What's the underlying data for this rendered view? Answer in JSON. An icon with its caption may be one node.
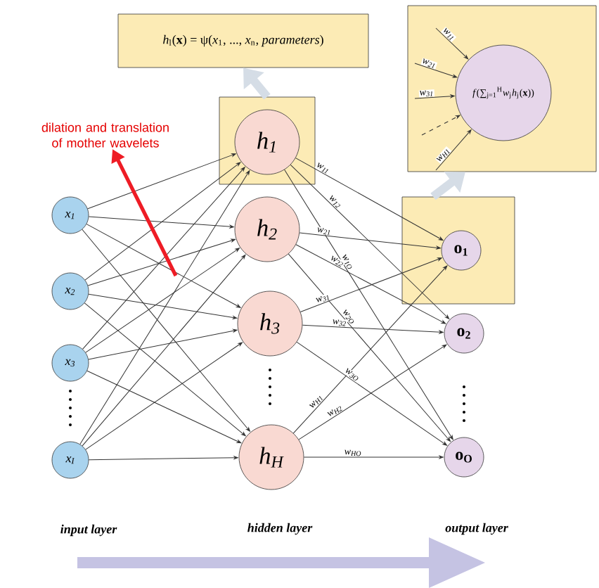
{
  "diagram": {
    "nodes": [
      {
        "text": [
          "*h*$_{l}$(**x**) = ψ(*x*$_{1}$, ..., *x*$_{n}$, *parameters*)"
        ]
      },
      {
        "text": [],
        "shape": "box"
      },
      {
        "text": [
          "*f*(∑$_{j=1}$$^{H}$*w*$_{j}$*h*$_{j}$(**x**))"
        ],
        "in": 1
      },
      {
        "text": [],
        "shape": "box"
      },
      {
        "text": [
          "h$_{1}$"
        ],
        "in": 3
      },
      {
        "text": [
          "h$_{2}$"
        ]
      },
      {
        "text": [
          "h$_{3}$"
        ]
      },
      {
        "text": [
          "h$_{H}$"
        ]
      },
      {
        "text": [],
        "shape": "box"
      },
      {
        "text": [
          "o$_{1}$"
        ],
        "in": 8
      },
      {
        "text": [
          "o$_{2}$"
        ]
      },
      {
        "text": [
          "o$_{O}$"
        ]
      },
      {
        "text": [
          "x$_{1}$"
        ]
      },
      {
        "text": [
          "x$_{2}$"
        ]
      },
      {
        "text": [
          "x$_{3}$"
        ]
      },
      {
        "text": [
          "x$_{I}$"
        ]
      },
      {
        "text": [
          "dilation and translation of mother wavelets"
        ]
      }
    ],
    "edges": [
      {
        "from": 12,
        "to": 4,
        "arrow": "to"
      },
      {
        "from": 12,
        "to": 5,
        "arrow": "to"
      },
      {
        "from": 12,
        "to": 6,
        "arrow": "to"
      },
      {
        "from": 12,
        "to": 7,
        "arrow": "to"
      },
      {
        "from": 13,
        "to": 4,
        "arrow": "to"
      },
      {
        "from": 13,
        "to": 5,
        "arrow": "to"
      },
      {
        "from": 13,
        "to": 6,
        "arrow": "to"
      },
      {
        "from": 13,
        "to": 7,
        "arrow": "to"
      },
      {
        "from": 14,
        "to": 4,
        "arrow": "to"
      },
      {
        "from": 14,
        "to": 5,
        "arrow": "to"
      },
      {
        "from": 14,
        "to": 6,
        "arrow": "to"
      },
      {
        "from": 14,
        "to": 7,
        "arrow": "to"
      },
      {
        "from": 15,
        "to": 4,
        "arrow": "to"
      },
      {
        "from": 15,
        "to": 5,
        "arrow": "to"
      },
      {
        "from": 15,
        "to": 6,
        "arrow": "to"
      },
      {
        "from": 15,
        "to": 7,
        "arrow": "to"
      },
      {
        "from": 4,
        "to": 9,
        "arrow": "to",
        "label": "w$_{11}$"
      },
      {
        "from": 4,
        "to": 10,
        "arrow": "to",
        "label": "w$_{12}$"
      },
      {
        "from": 4,
        "to": 11,
        "arrow": "to",
        "label": "w$_{1O}$"
      },
      {
        "from": 5,
        "to": 9,
        "arrow": "to",
        "label": "w$_{21}$"
      },
      {
        "from": 5,
        "to": 10,
        "arrow": "to",
        "label": "w$_{22}$"
      },
      {
        "from": 5,
        "to": 11,
        "arrow": "to",
        "label": "w$_{2O}$"
      },
      {
        "from": 6,
        "to": 9,
        "arrow": "to",
        "label": "w$_{31}$"
      },
      {
        "from": 6,
        "to": 10,
        "arrow": "to",
        "label": "w$_{32}$"
      },
      {
        "from": 6,
        "to": 11,
        "arrow": "to",
        "label": "w$_{3O}$"
      },
      {
        "from": 7,
        "to": 9,
        "arrow": "to",
        "label": "w$_{H1}$"
      },
      {
        "from": 7,
        "to": 10,
        "arrow": "to",
        "label": "w$_{H2}$"
      },
      {
        "from": 7,
        "to": 11,
        "arrow": "to",
        "label": "w$_{HO}$"
      },
      {
        "from": null,
        "to": 2,
        "arrow": "to",
        "label": "w$_{11}$"
      },
      {
        "from": null,
        "to": 2,
        "arrow": "to",
        "label": "w$_{21}$"
      },
      {
        "from": null,
        "to": 2,
        "arrow": "to",
        "label": "w$_{31}$"
      },
      {
        "from": null,
        "to": 2,
        "arrow": "to",
        "style": "dashed"
      },
      {
        "from": null,
        "to": 2,
        "arrow": "to",
        "label": "w$_{H1}$"
      },
      {
        "from": 3,
        "to": 0,
        "arrow": "to",
        "style": "thick",
        "color": "#d5dde6"
      },
      {
        "from": 8,
        "to": 1,
        "arrow": "to",
        "style": "thick",
        "color": "#d5dde6"
      },
      {
        "from": null,
        "to": 16,
        "arrow": "to",
        "style": "thick",
        "color": "#ee1c25"
      }
    ],
    "labels": [
      "input layer",
      "hidden layer",
      "output layer"
    ]
  }
}
